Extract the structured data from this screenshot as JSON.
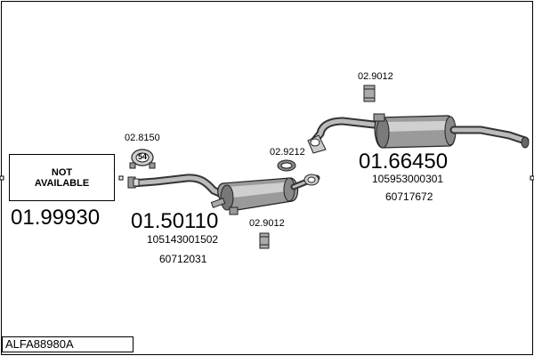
{
  "diagram_code": "ALFA88980A",
  "unavailable_part": {
    "text_line1": "NOT",
    "text_line2": "AVAILABLE",
    "part_number": "01.99930"
  },
  "parts": [
    {
      "part_number": "01.50110",
      "refs": [
        "105143001502",
        "60712031"
      ]
    },
    {
      "part_number": "01.66450",
      "refs": [
        "105953000301",
        "60717672"
      ]
    }
  ],
  "fittings": [
    {
      "code": "02.8150",
      "badge": "54"
    },
    {
      "code": "02.9212"
    },
    {
      "code": "02.9012"
    },
    {
      "code": "02.9012"
    }
  ]
}
